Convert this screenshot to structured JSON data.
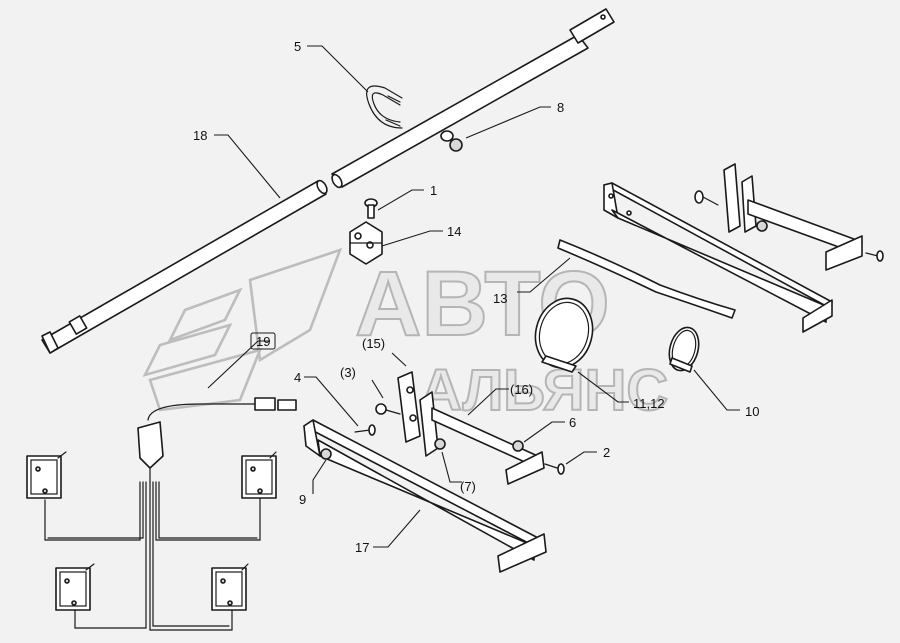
{
  "callouts": {
    "c1": "1",
    "c2": "2",
    "c3": "(3)",
    "c4": "4",
    "c5": "5",
    "c6": "6",
    "c7": "(7)",
    "c8": "8",
    "c9": "9",
    "c10": "10",
    "c1112": "11,12",
    "c13": "13",
    "c14": "14",
    "c15": "(15)",
    "c16": "(16)",
    "c17": "17",
    "c18": "18",
    "c19": "19"
  },
  "watermark": {
    "line1": "АВТО",
    "line2": "АЛЬЯНС"
  }
}
